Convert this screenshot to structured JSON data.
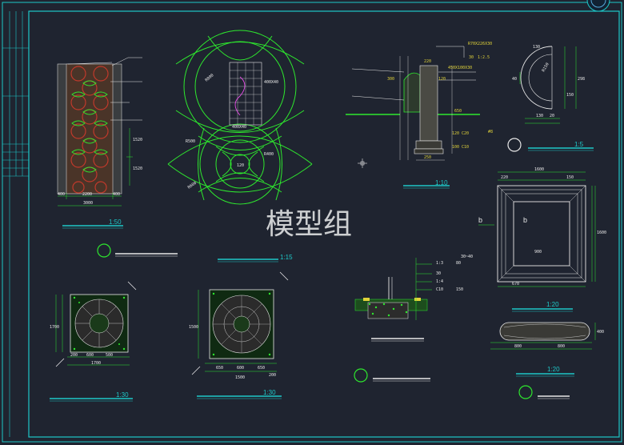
{
  "watermark": "模型组",
  "scales": {
    "s1": "1:50",
    "s2": "1:15",
    "s3": "1:10",
    "s4": "1:5",
    "s5": "1:20",
    "s6": "1:20",
    "s7": "1:30",
    "s8": "1:30"
  },
  "dims": {
    "p1_w1": "400",
    "p1_w2": "2200",
    "p1_w3": "400",
    "p1_total": "3000",
    "p1_v1": "1520",
    "p1_v2": "1520",
    "p2_r1": "R800",
    "p2_r2": "R400",
    "p2_r3": "R500",
    "p2_r4": "R600",
    "p2_d1": "400X40",
    "p2_d2": "400X40",
    "p2_d3": "120",
    "p3_t1": "R70X226X30",
    "p3_t2": "30",
    "p3_t3": "1:2.5",
    "p3_t4": "450X100X30",
    "p3_t5": "220",
    "p3_t6": "120",
    "p3_t7": "300",
    "p3_t8": "650",
    "p3_t9": "120 C20",
    "p3_t10": "100 C10",
    "p3_t11": "250",
    "p3_t12": "#8",
    "p4_t1": "130",
    "p4_t2": "40",
    "p4_t3": "R150",
    "p4_t4": "298",
    "p4_t5": "150",
    "p4_t6": "130",
    "p4_t7": "20",
    "p5_t1": "1600",
    "p5_t2": "220",
    "p5_t3": "150",
    "p5_t4": "900",
    "p5_t5": "670",
    "p5_t6": "1600",
    "p5_t7": "b",
    "p5_t8": "b",
    "p6_t1": "800",
    "p6_t2": "800",
    "p6_t3": "400",
    "p7_t1": "1700",
    "p7_t2": "200",
    "p7_t3": "600",
    "p7_t4": "500",
    "p7_t5": "1700",
    "p8_t1": "1500",
    "p8_t2": "650",
    "p8_t3": "600",
    "p8_t4": "650",
    "p8_t5": "200",
    "p8_t6": "1500",
    "p9_t1": "1:3",
    "p9_t2": "30",
    "p9_t3": "1:4",
    "p9_t4": "C10",
    "p9_t5": "30~40",
    "p9_t6": "80",
    "p9_t7": "150"
  }
}
